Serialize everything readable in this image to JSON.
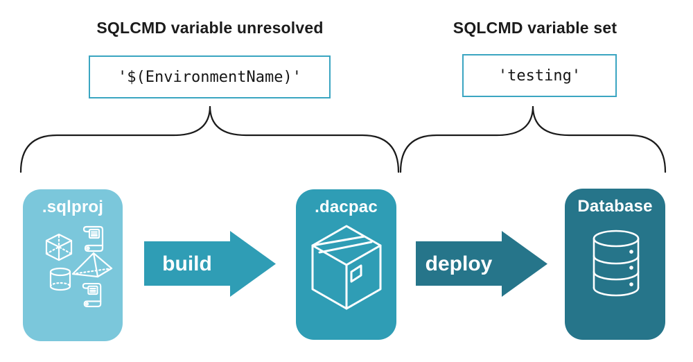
{
  "diagram": {
    "left_group": {
      "heading": "SQLCMD variable unresolved",
      "code": "'$(EnvironmentName)'"
    },
    "right_group": {
      "heading": "SQLCMD variable set",
      "code": "'testing'"
    }
  },
  "pipeline": {
    "stages": [
      {
        "label": ".sqlproj",
        "icon": "sql-project-objects-icon",
        "color": "#7bc7db"
      },
      {
        "label": ".dacpac",
        "icon": "package-icon",
        "color": "#2f9db5"
      },
      {
        "label": "Database",
        "icon": "database-icon",
        "color": "#26758a"
      }
    ],
    "arrows": [
      {
        "label": "build",
        "color": "#2f9db5"
      },
      {
        "label": "deploy",
        "color": "#26758a"
      }
    ]
  },
  "palette": {
    "background": "#ffffff",
    "heading_text": "#1b1b1b",
    "code_text": "#161616",
    "code_box_border": "#3aa5c1",
    "brace_stroke": "#1b1b1b",
    "icon_stroke": "#ffffff"
  }
}
